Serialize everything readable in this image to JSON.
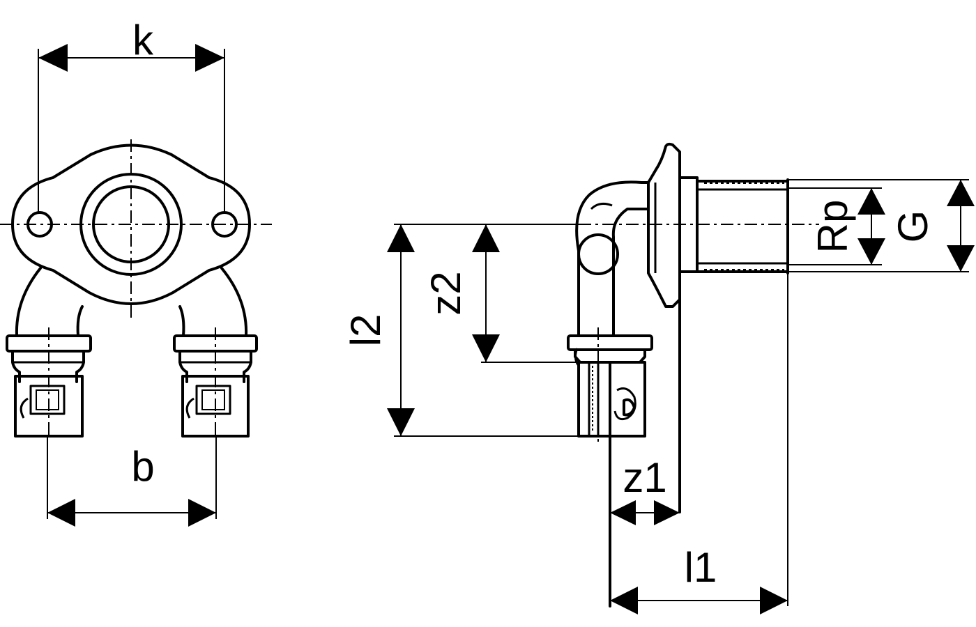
{
  "labels": {
    "k": "k",
    "b": "b",
    "l2": "l2",
    "z2": "z2",
    "z1": "z1",
    "l1": "l1",
    "Rp": "Rp",
    "G": "G"
  }
}
